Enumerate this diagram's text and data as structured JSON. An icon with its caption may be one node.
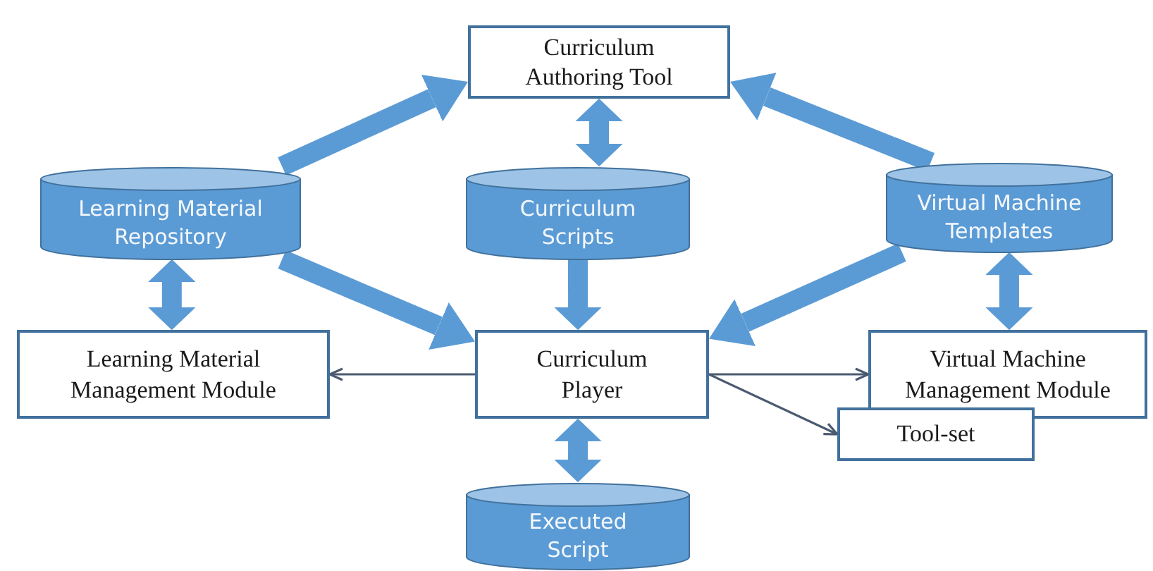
{
  "diagram": {
    "nodes": [
      {
        "text": [
          "Curriculum Authoring Tool"
        ]
      },
      {
        "text": [
          "Learning Material Repository"
        ]
      },
      {
        "text": [
          "Curriculum Scripts"
        ]
      },
      {
        "text": [
          "Virtual Machine Templates"
        ]
      },
      {
        "text": [
          "Learning Material Management Module"
        ]
      },
      {
        "text": [
          "Curriculum Player"
        ]
      },
      {
        "text": [
          "Virtual Machine Management Module"
        ]
      },
      {
        "text": [
          "Tool-set"
        ]
      },
      {
        "text": [
          "Executed Script"
        ]
      }
    ],
    "edges": [
      {
        "from": 1,
        "to": 0,
        "arrow": "to"
      },
      {
        "from": 3,
        "to": 0,
        "arrow": "to"
      },
      {
        "from": 0,
        "to": 2,
        "arrow": "both"
      },
      {
        "from": 1,
        "to": 5,
        "arrow": "to"
      },
      {
        "from": 2,
        "to": 5,
        "arrow": "to"
      },
      {
        "from": 3,
        "to": 5,
        "arrow": "to"
      },
      {
        "from": 1,
        "to": 4,
        "arrow": "both"
      },
      {
        "from": 3,
        "to": 6,
        "arrow": "both"
      },
      {
        "from": 5,
        "to": 4,
        "arrow": "to",
        "color": "#4a5a70"
      },
      {
        "from": 5,
        "to": 6,
        "arrow": "to",
        "color": "#4a5a70"
      },
      {
        "from": 5,
        "to": 7,
        "arrow": "to",
        "color": "#4a5a70"
      },
      {
        "from": 5,
        "to": 8,
        "arrow": "both"
      }
    ]
  }
}
